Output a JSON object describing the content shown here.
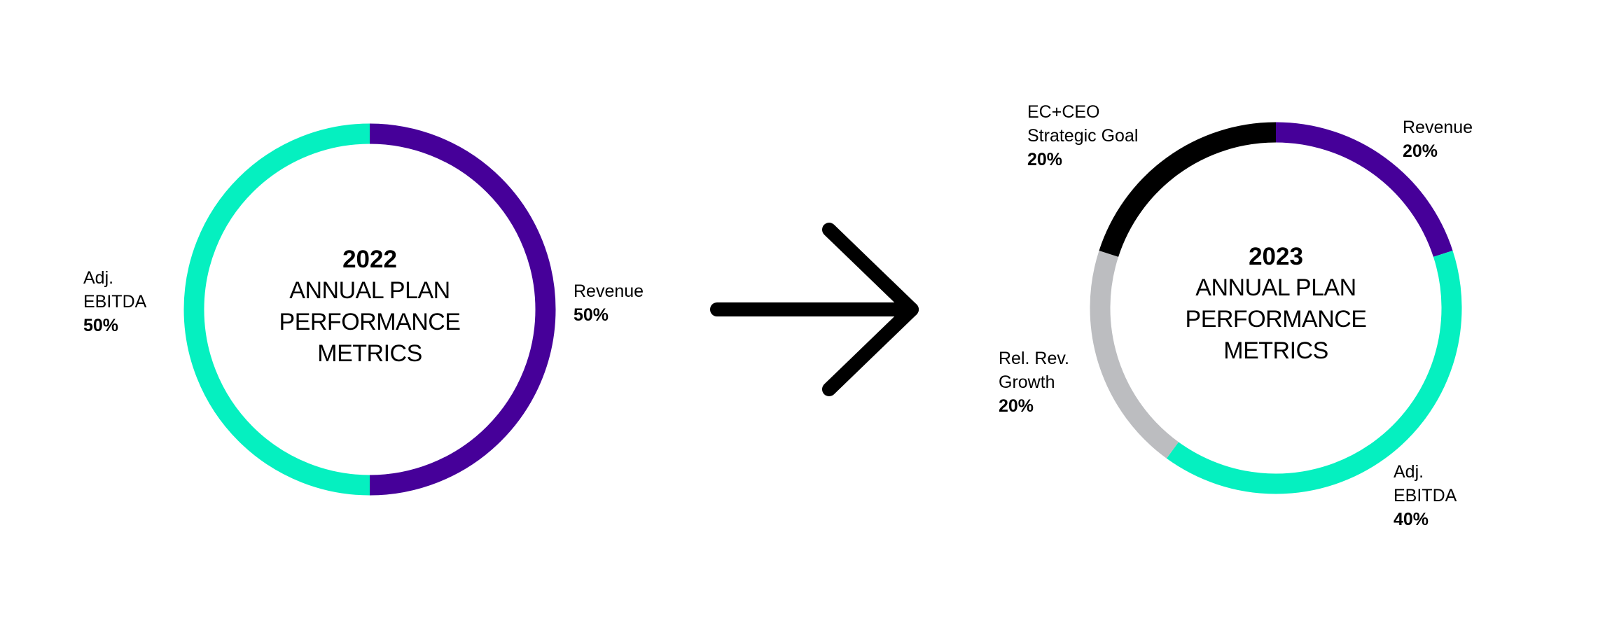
{
  "chart_data": [
    {
      "type": "pie",
      "variant": "donut",
      "year": "2022",
      "center_lines": [
        "ANNUAL PLAN",
        "PERFORMANCE",
        "METRICS"
      ],
      "slices": [
        {
          "name_lines": [
            "Revenue"
          ],
          "label": "Revenue",
          "value": 50,
          "value_label": "50%",
          "color": "#460099"
        },
        {
          "name_lines": [
            "Adj.",
            "EBITDA"
          ],
          "label": "Adj. EBITDA",
          "value": 50,
          "value_label": "50%",
          "color": "#05f0c0"
        }
      ]
    },
    {
      "type": "pie",
      "variant": "donut",
      "year": "2023",
      "center_lines": [
        "ANNUAL PLAN",
        "PERFORMANCE",
        "METRICS"
      ],
      "slices": [
        {
          "name_lines": [
            "Revenue"
          ],
          "label": "Revenue",
          "value": 20,
          "value_label": "20%",
          "color": "#460099"
        },
        {
          "name_lines": [
            "Adj.",
            "EBITDA"
          ],
          "label": "Adj. EBITDA",
          "value": 40,
          "value_label": "40%",
          "color": "#05f0c0"
        },
        {
          "name_lines": [
            "Rel. Rev.",
            "Growth"
          ],
          "label": "Rel. Rev. Growth",
          "value": 20,
          "value_label": "20%",
          "color": "#bcbdc0"
        },
        {
          "name_lines": [
            "EC+CEO",
            "Strategic Goal"
          ],
          "label": "EC+CEO Strategic Goal",
          "value": 20,
          "value_label": "20%",
          "color": "#000000"
        }
      ]
    }
  ],
  "arrow": {
    "icon": "arrow-right-icon",
    "color": "#000000"
  }
}
